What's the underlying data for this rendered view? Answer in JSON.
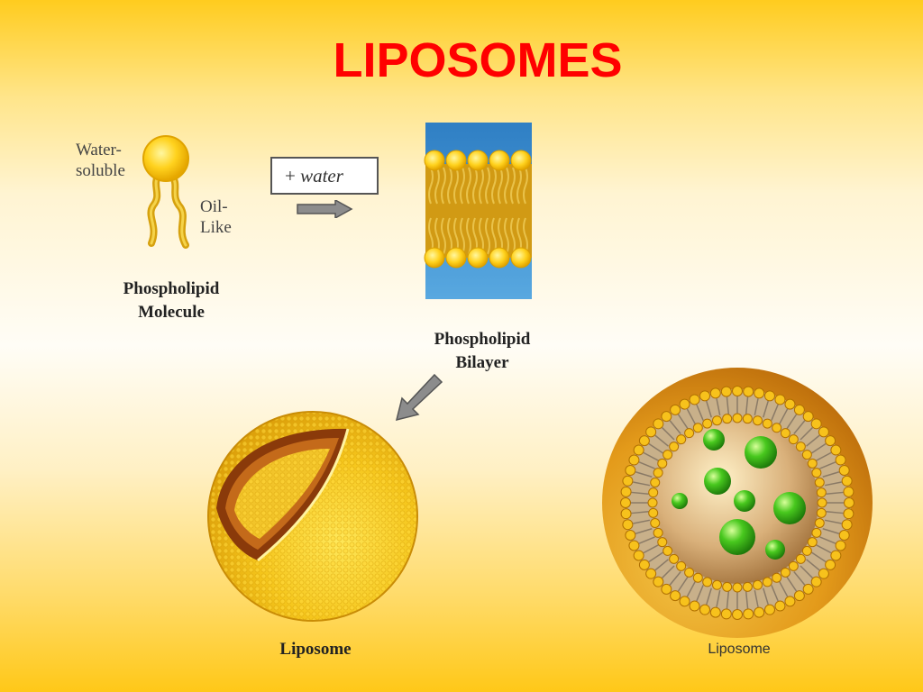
{
  "slide": {
    "title": "LIPOSOMES"
  },
  "molecule": {
    "head_label_line1": "Water-",
    "head_label_line2": "soluble",
    "tail_label_line1": "Oil-",
    "tail_label_line2": "Like",
    "caption_line1": "Phospholipid",
    "caption_line2": "Molecule"
  },
  "process": {
    "plus": "+",
    "water": "water"
  },
  "bilayer": {
    "caption_line1": "Phospholipid",
    "caption_line2": "Bilayer"
  },
  "liposome_cutaway": {
    "caption": "Liposome"
  },
  "liposome_section": {
    "caption": "Liposome"
  },
  "colors": {
    "title": "#ff0000",
    "lipid_head": "#ffd21e",
    "lipid_tail": "#c8960a",
    "water": "#3a8fd0",
    "cargo": "#3fc21a"
  },
  "icons": [
    "arrow-right-icon",
    "arrow-down-left-icon"
  ]
}
